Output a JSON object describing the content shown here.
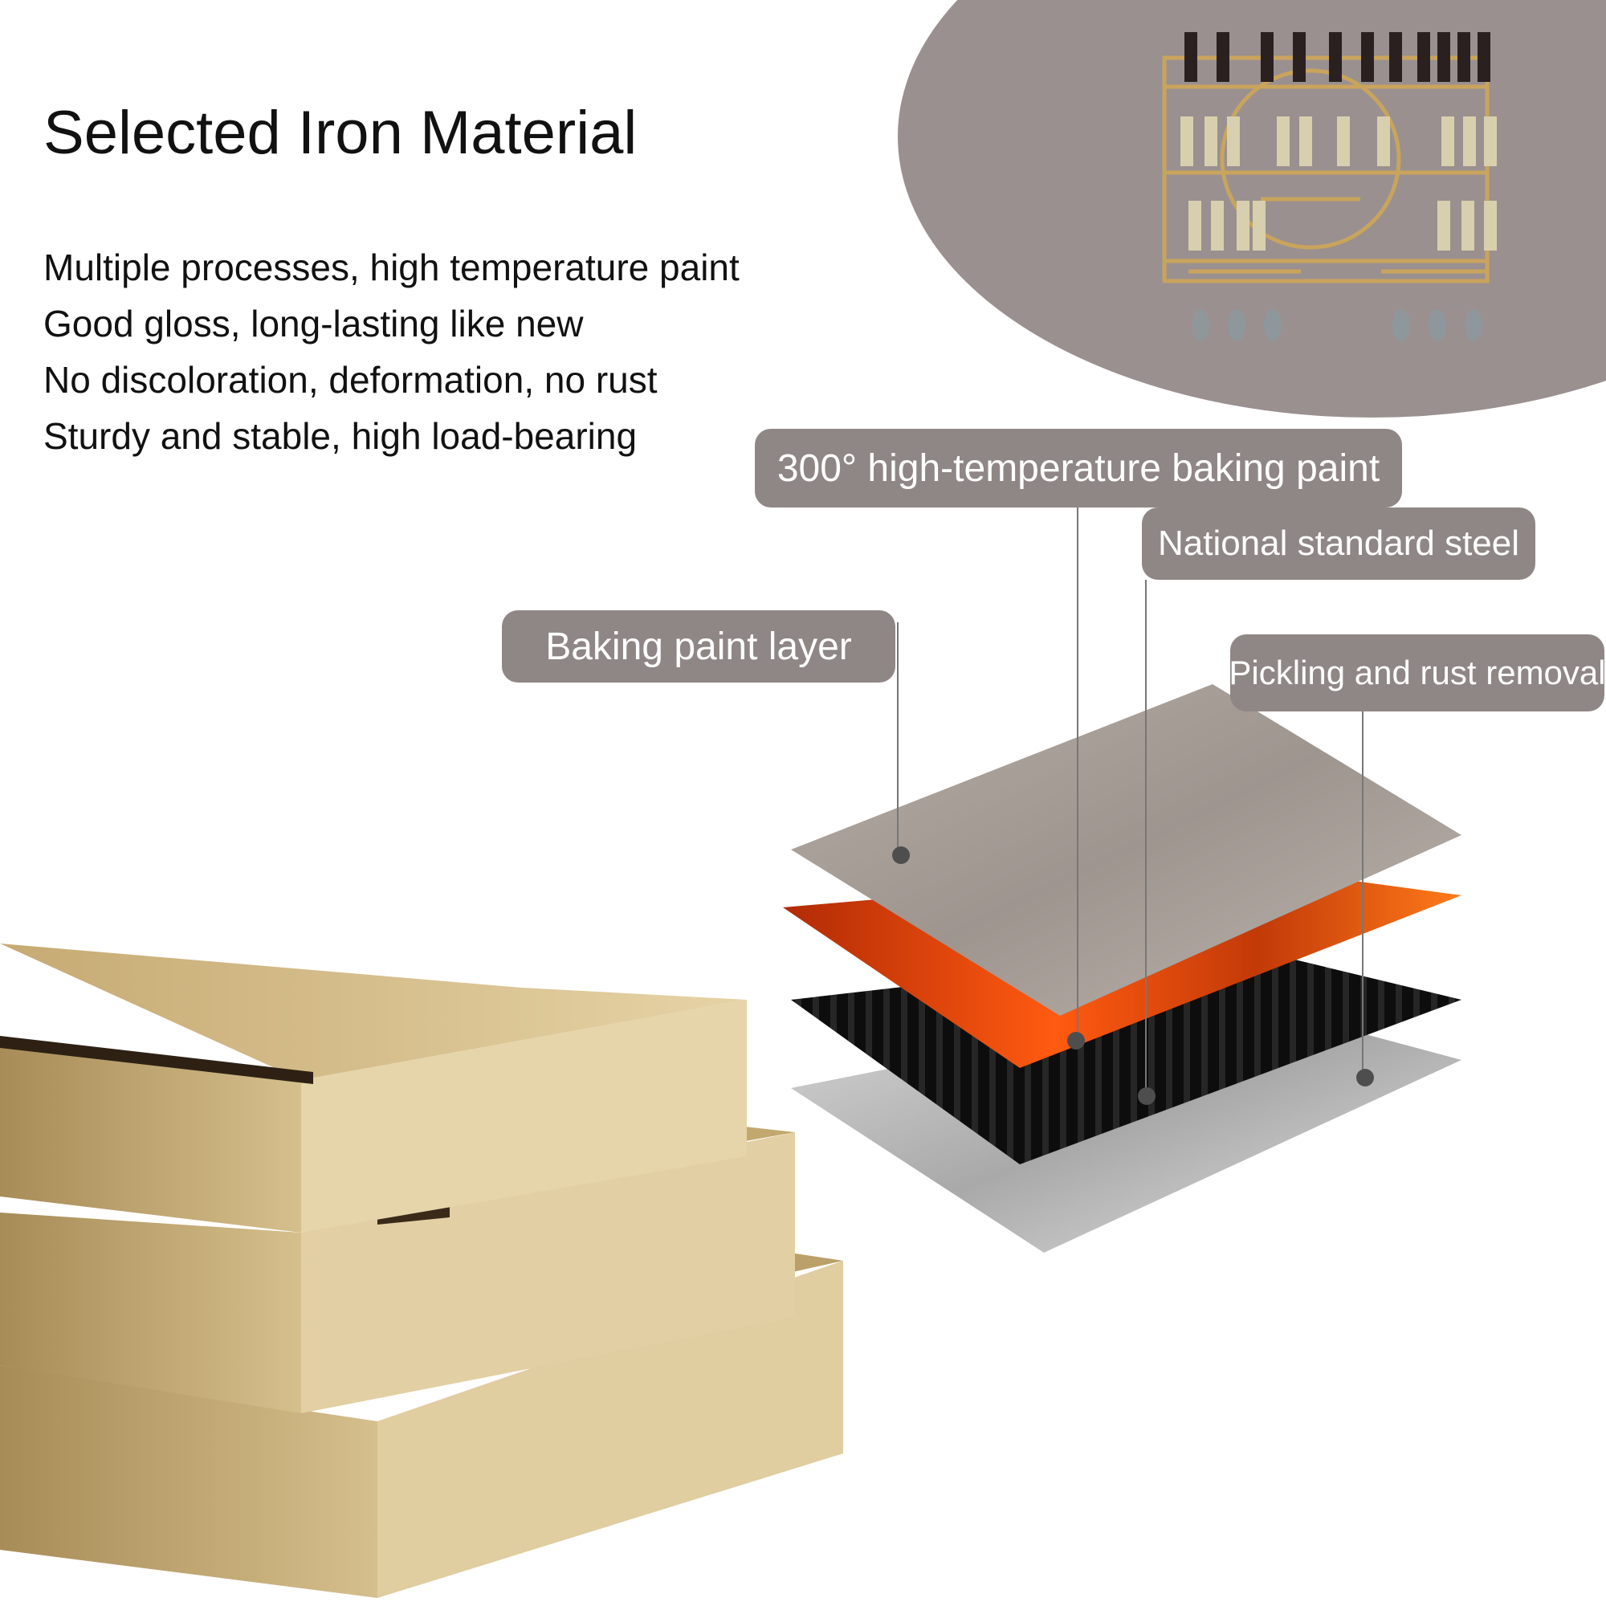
{
  "header": {
    "title": "Selected Iron Material"
  },
  "features": [
    "Multiple processes, high temperature paint",
    "Good gloss, long-lasting like new",
    "No discoloration, deformation, no rust",
    "Sturdy and stable, high load-bearing"
  ],
  "layers": {
    "high_temp_paint": "300° high-temperature baking paint",
    "national_steel": "National standard steel",
    "baking_paint_layer": "Baking paint layer",
    "pickling": "Pickling and rust removal"
  },
  "colors": {
    "label_bg": "#8f8785",
    "blob_bg": "#9a9090",
    "gold": "#c9ad78"
  },
  "icons": {
    "wine_rack": "wine-rack-illustration",
    "gold_bars": "gold-frame-bars-illustration",
    "layers": "material-layers-illustration"
  }
}
